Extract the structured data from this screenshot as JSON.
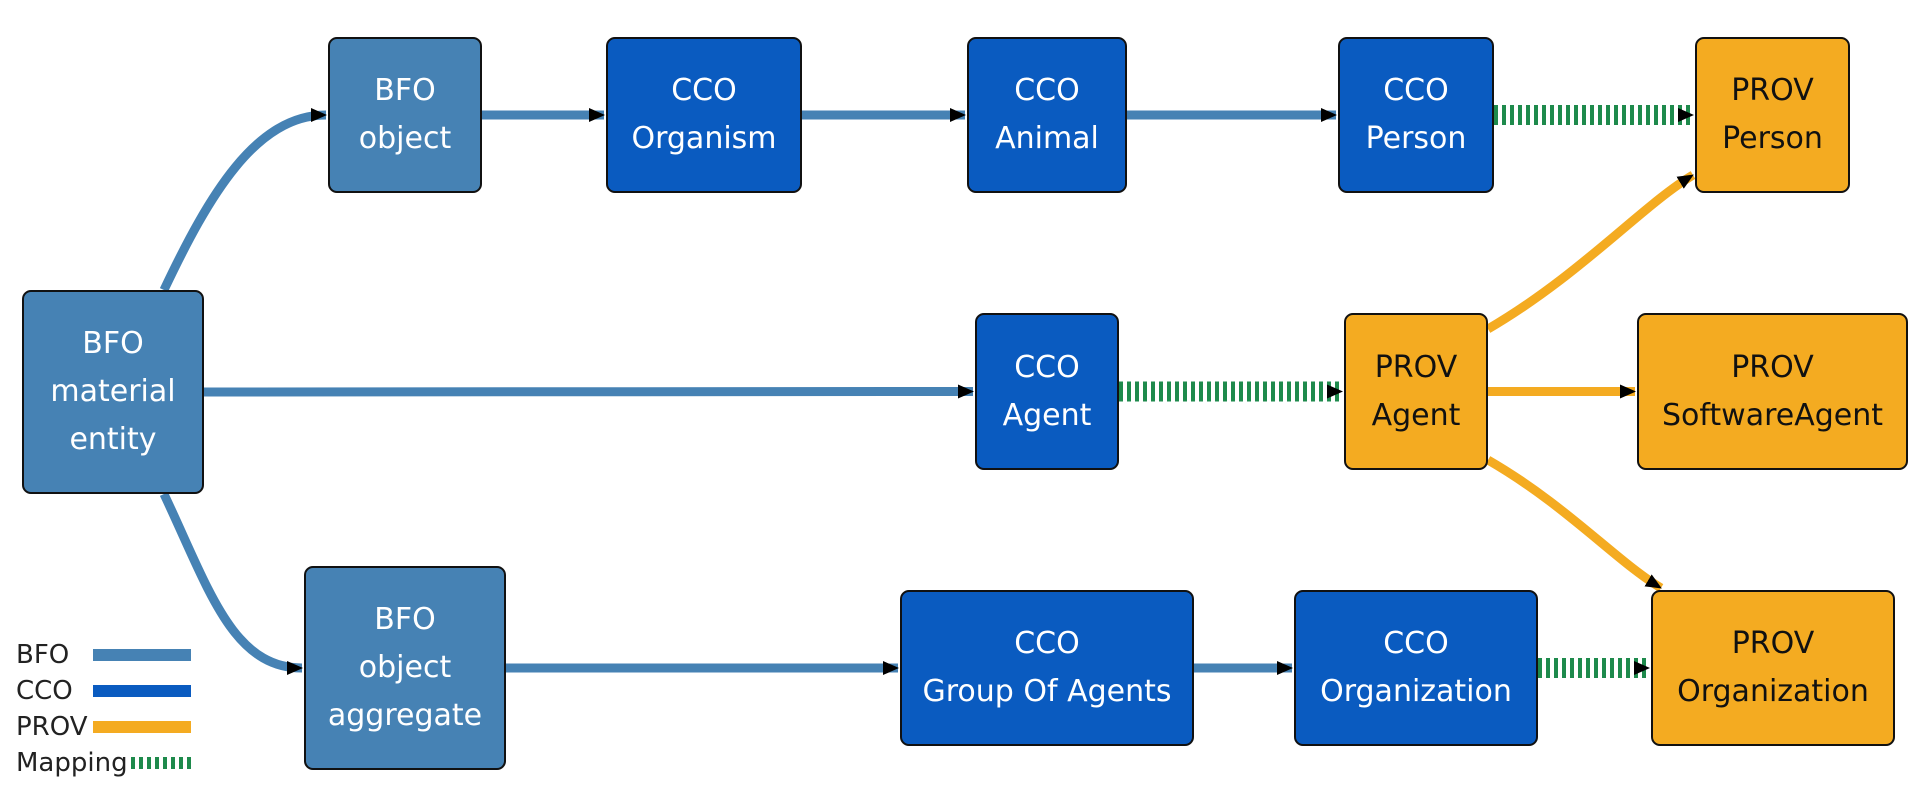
{
  "colors": {
    "bfo": "#4682b4",
    "cco": "#0a5bc0",
    "prov": "#f4ab21",
    "mapping": "#1e8a4c",
    "border": "#111111"
  },
  "nodes": {
    "bfo_material_entity": {
      "lines": [
        "BFO",
        "material",
        "entity"
      ],
      "kind": "bfo"
    },
    "bfo_object": {
      "lines": [
        "BFO",
        "object"
      ],
      "kind": "bfo"
    },
    "bfo_object_aggregate": {
      "lines": [
        "BFO",
        "object",
        "aggregate"
      ],
      "kind": "bfo"
    },
    "cco_organism": {
      "lines": [
        "CCO",
        "Organism"
      ],
      "kind": "cco"
    },
    "cco_animal": {
      "lines": [
        "CCO",
        "Animal"
      ],
      "kind": "cco"
    },
    "cco_person": {
      "lines": [
        "CCO",
        "Person"
      ],
      "kind": "cco"
    },
    "cco_agent": {
      "lines": [
        "CCO",
        "Agent"
      ],
      "kind": "cco"
    },
    "cco_group_of_agents": {
      "lines": [
        "CCO",
        "Group Of Agents"
      ],
      "kind": "cco"
    },
    "cco_organization": {
      "lines": [
        "CCO",
        "Organization"
      ],
      "kind": "cco"
    },
    "prov_person": {
      "lines": [
        "PROV",
        "Person"
      ],
      "kind": "prov"
    },
    "prov_agent": {
      "lines": [
        "PROV",
        "Agent"
      ],
      "kind": "prov"
    },
    "prov_software_agent": {
      "lines": [
        "PROV",
        "SoftwareAgent"
      ],
      "kind": "prov"
    },
    "prov_organization": {
      "lines": [
        "PROV",
        "Organization"
      ],
      "kind": "prov"
    }
  },
  "edges": [
    {
      "from": "bfo_material_entity",
      "to": "bfo_object",
      "kind": "bfo"
    },
    {
      "from": "bfo_material_entity",
      "to": "cco_agent",
      "kind": "bfo"
    },
    {
      "from": "bfo_material_entity",
      "to": "bfo_object_aggregate",
      "kind": "bfo"
    },
    {
      "from": "bfo_object",
      "to": "cco_organism",
      "kind": "bfo"
    },
    {
      "from": "cco_organism",
      "to": "cco_animal",
      "kind": "bfo"
    },
    {
      "from": "cco_animal",
      "to": "cco_person",
      "kind": "bfo"
    },
    {
      "from": "cco_person",
      "to": "prov_person",
      "kind": "mapping"
    },
    {
      "from": "cco_agent",
      "to": "prov_agent",
      "kind": "mapping"
    },
    {
      "from": "prov_agent",
      "to": "prov_person",
      "kind": "prov"
    },
    {
      "from": "prov_agent",
      "to": "prov_software_agent",
      "kind": "prov"
    },
    {
      "from": "prov_agent",
      "to": "prov_organization",
      "kind": "prov"
    },
    {
      "from": "bfo_object_aggregate",
      "to": "cco_group_of_agents",
      "kind": "bfo"
    },
    {
      "from": "cco_group_of_agents",
      "to": "cco_organization",
      "kind": "bfo"
    },
    {
      "from": "cco_organization",
      "to": "prov_organization",
      "kind": "mapping"
    }
  ],
  "legend": [
    {
      "label": "BFO",
      "kind": "bfo"
    },
    {
      "label": "CCO",
      "kind": "cco"
    },
    {
      "label": "PROV",
      "kind": "prov"
    },
    {
      "label": "Mapping",
      "kind": "mapping"
    }
  ]
}
